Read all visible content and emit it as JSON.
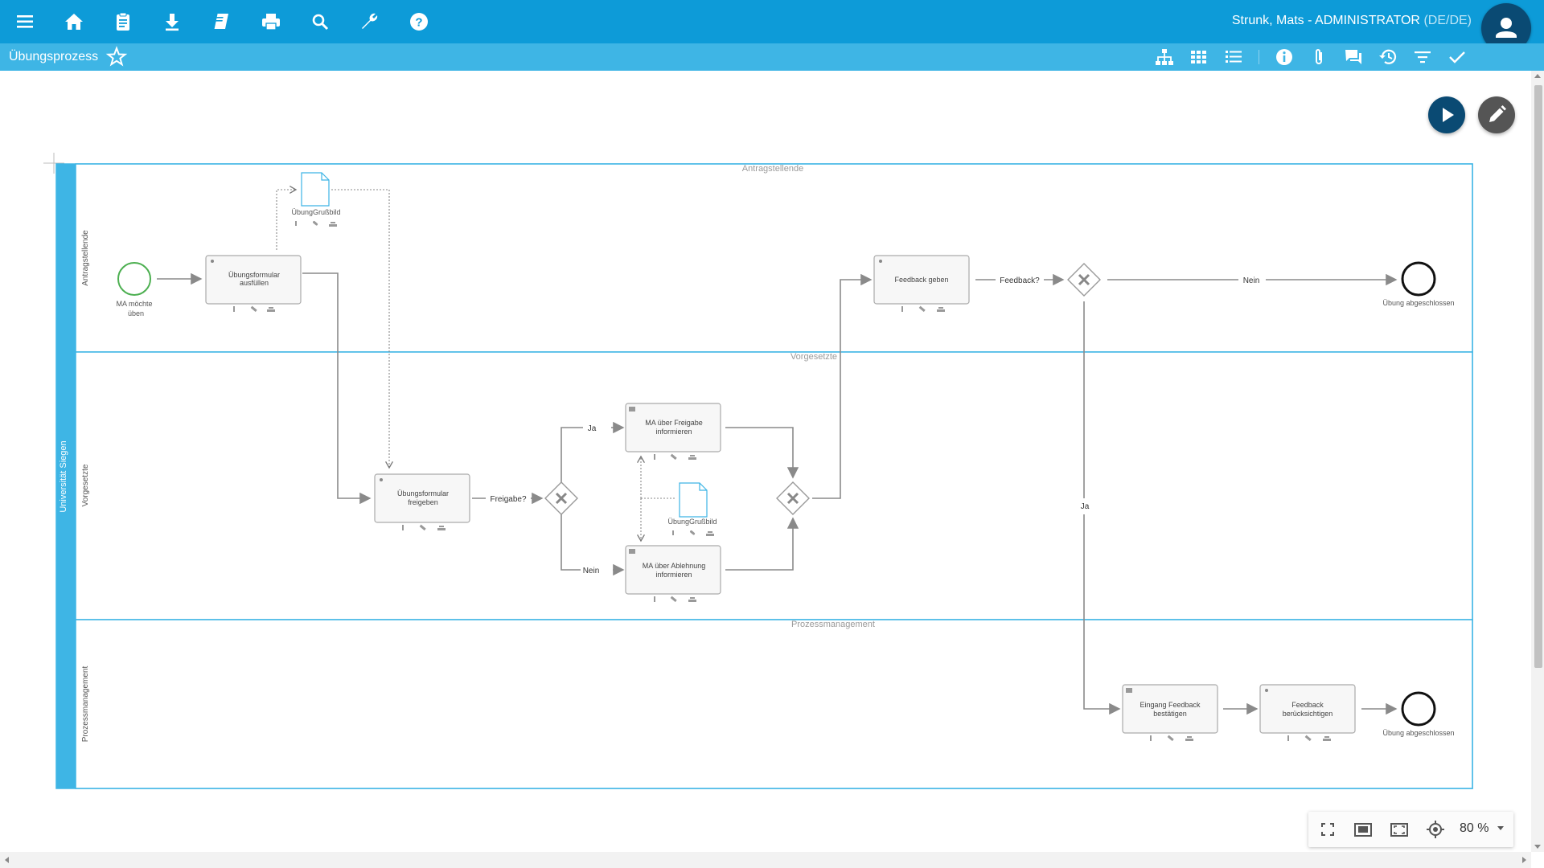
{
  "header": {
    "icons": [
      "menu-icon",
      "home-icon",
      "clipboard-icon",
      "download-icon",
      "book-icon",
      "print-icon",
      "search-icon",
      "wrench-icon",
      "help-icon"
    ],
    "user_name": "Strunk, Mats - ADMINISTRATOR",
    "user_locale": "(DE/DE)"
  },
  "subheader": {
    "title": "Übungsprozess",
    "right_icons": [
      "org-chart-icon",
      "grid-icon",
      "list-icon",
      "info-icon",
      "attachment-icon",
      "comments-icon",
      "history-icon",
      "filter-icon",
      "check-icon"
    ]
  },
  "colors": {
    "header_bg": "#0d9bd8",
    "subheader_bg": "#3eb5e5",
    "lane_border": "#3eb5e5",
    "pool_bar": "#3eb5e5",
    "start_event": "#4caf50",
    "fab_play": "#0a4a73",
    "fab_edit": "#555555"
  },
  "diagram": {
    "pool_label": "Universität Siegen",
    "lanes": [
      {
        "name": "Antragstellende",
        "side_label": "Antragstellende"
      },
      {
        "name": "Vorgesetzte",
        "side_label": "Vorgesetzte"
      },
      {
        "name": "Prozessmanagement",
        "side_label": "Prozessmanagement"
      }
    ],
    "start_event_label_1": "MA möchte",
    "start_event_label_2": "üben",
    "data_object_1": "ÜbungGrußbild",
    "data_object_2": "ÜbungGrußbild",
    "tasks": {
      "t1": [
        "Übungsformular",
        "ausfüllen"
      ],
      "t2": [
        "Übungsformular",
        "freigeben"
      ],
      "t3": [
        "MA über Freigabe",
        "informieren"
      ],
      "t4": [
        "MA über Ablehnung",
        "informieren"
      ],
      "t5": [
        "Feedback geben"
      ],
      "t6": [
        "Eingang Feedback",
        "bestätigen"
      ],
      "t7": [
        "Feedback",
        "berücksichtigen"
      ]
    },
    "gateway_labels": {
      "freigabe": "Freigabe?",
      "feedback": "Feedback?"
    },
    "flow_labels": {
      "ja_1": "Ja",
      "nein_1": "Nein",
      "nein_2": "Nein",
      "ja_2": "Ja"
    },
    "end_events": [
      "Übung abgeschlossen",
      "Übung abgeschlossen"
    ]
  },
  "zoom": {
    "level": "80 %",
    "icons": [
      "fullscreen-icon",
      "fit-page-icon",
      "fit-selection-icon",
      "center-icon"
    ]
  }
}
